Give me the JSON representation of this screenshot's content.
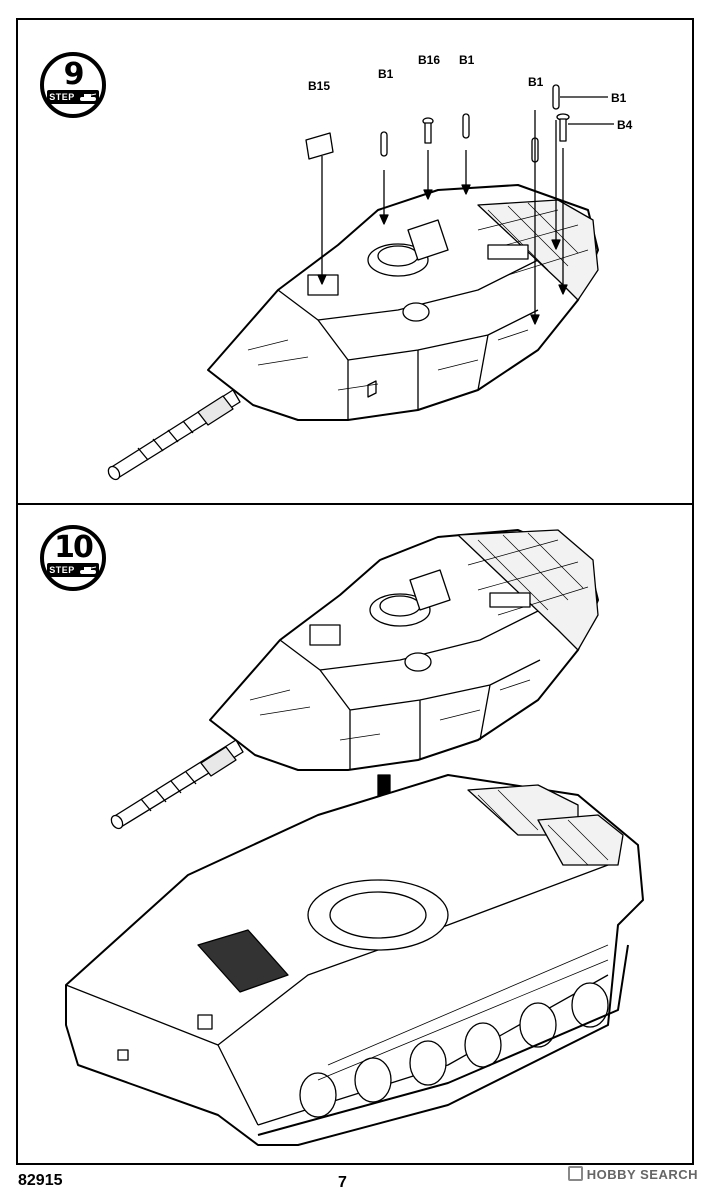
{
  "steps": [
    {
      "number": "9",
      "label": "STEP",
      "parts": [
        "B15",
        "B1",
        "B16",
        "B1",
        "B1",
        "B1",
        "B4"
      ]
    },
    {
      "number": "10",
      "label": "STEP"
    }
  ],
  "footer": {
    "product_code": "82915",
    "page_number": "7",
    "watermark": "HOBBY SEARCH"
  }
}
